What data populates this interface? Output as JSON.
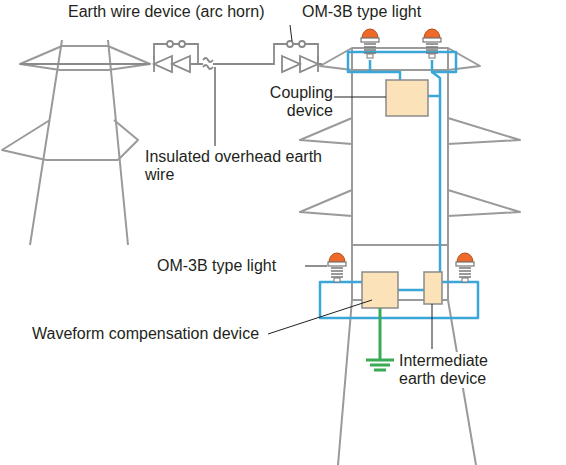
{
  "diagram": {
    "labels": [
      "Earth wire device (arc horn)",
      "OM-3B type light",
      "Coupling device",
      "Insulated overhead earth wire",
      "OM-3B type light",
      "Waveform compensation device",
      "Intermediate earth device"
    ]
  }
}
